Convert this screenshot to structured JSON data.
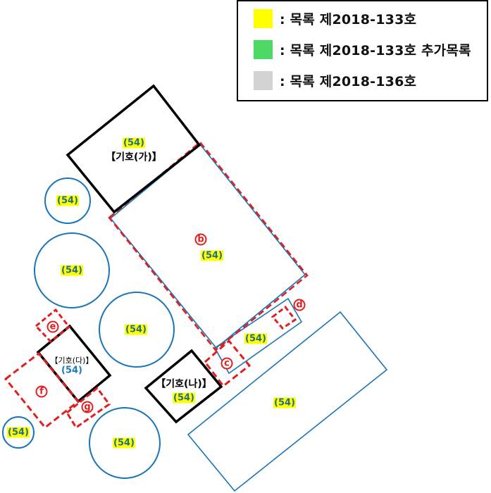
{
  "colors": {
    "legend_yellow": "#ffff00",
    "legend_green": "#4cd964",
    "legend_gray": "#d3d3d3",
    "parcel_blue": "#1a74b8",
    "building_black": "#000000",
    "dashed_red": "#e02020",
    "label_text": "#1f6f8b"
  },
  "legend": {
    "items": [
      {
        "swatch": "yellow",
        "label": ": 목록 제2018-133호"
      },
      {
        "swatch": "green",
        "label": ": 목록 제2018-133호 추가목록"
      },
      {
        "swatch": "gray",
        "label": ": 목록 제2018-136호"
      }
    ]
  },
  "buildings": {
    "ga": {
      "code": "(54)",
      "name": "【기호(가)】"
    },
    "na": {
      "name": "【기호(나)】",
      "code": "(54)"
    },
    "da": {
      "name": "【기호(다)】",
      "code": "(54)"
    }
  },
  "parcels": {
    "b_code": "(54)",
    "strip_code": "(54)",
    "large_rect_code": "(54)",
    "circles": [
      {
        "code": "(54)"
      },
      {
        "code": "(54)"
      },
      {
        "code": "(54)"
      },
      {
        "code": "(54)"
      },
      {
        "code": "(54)"
      }
    ]
  },
  "markers": {
    "b": "b",
    "c": "c",
    "d": "d",
    "e": "e",
    "f": "f",
    "g": "g"
  }
}
